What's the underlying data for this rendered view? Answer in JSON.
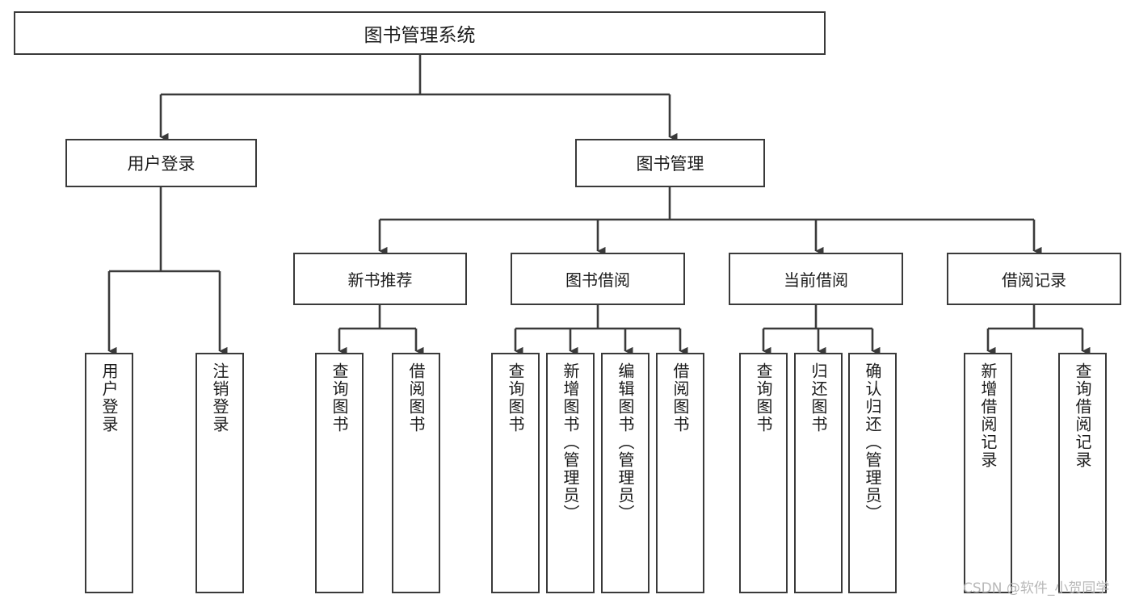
{
  "diagram": {
    "title": "图书管理系统",
    "watermark": "CSDN @软件_小贺同学",
    "colors": {
      "border": "#3a3a3a",
      "text": "#1c1c1c",
      "background": "#ffffff",
      "watermark": "#b8b8b8"
    },
    "root": {
      "label": "图书管理系统"
    },
    "level1": [
      {
        "label": "用户登录"
      },
      {
        "label": "图书管理"
      }
    ],
    "level2": [
      {
        "label": "新书推荐"
      },
      {
        "label": "图书借阅"
      },
      {
        "label": "当前借阅"
      },
      {
        "label": "借阅记录"
      }
    ],
    "leaves": {
      "user_login": [
        {
          "label": "用户登录"
        },
        {
          "label": "注销登录"
        }
      ],
      "new_book_recommend": [
        {
          "label": "查询图书"
        },
        {
          "label": "借阅图书"
        }
      ],
      "book_borrow": [
        {
          "label": "查询图书"
        },
        {
          "label": "新增图书（管理员）"
        },
        {
          "label": "编辑图书（管理员）"
        },
        {
          "label": "借阅图书"
        }
      ],
      "current_borrow": [
        {
          "label": "查询图书"
        },
        {
          "label": "归还图书"
        },
        {
          "label": "确认归还（管理员）"
        }
      ],
      "borrow_record": [
        {
          "label": "新增借阅记录"
        },
        {
          "label": "查询借阅记录"
        }
      ]
    }
  }
}
